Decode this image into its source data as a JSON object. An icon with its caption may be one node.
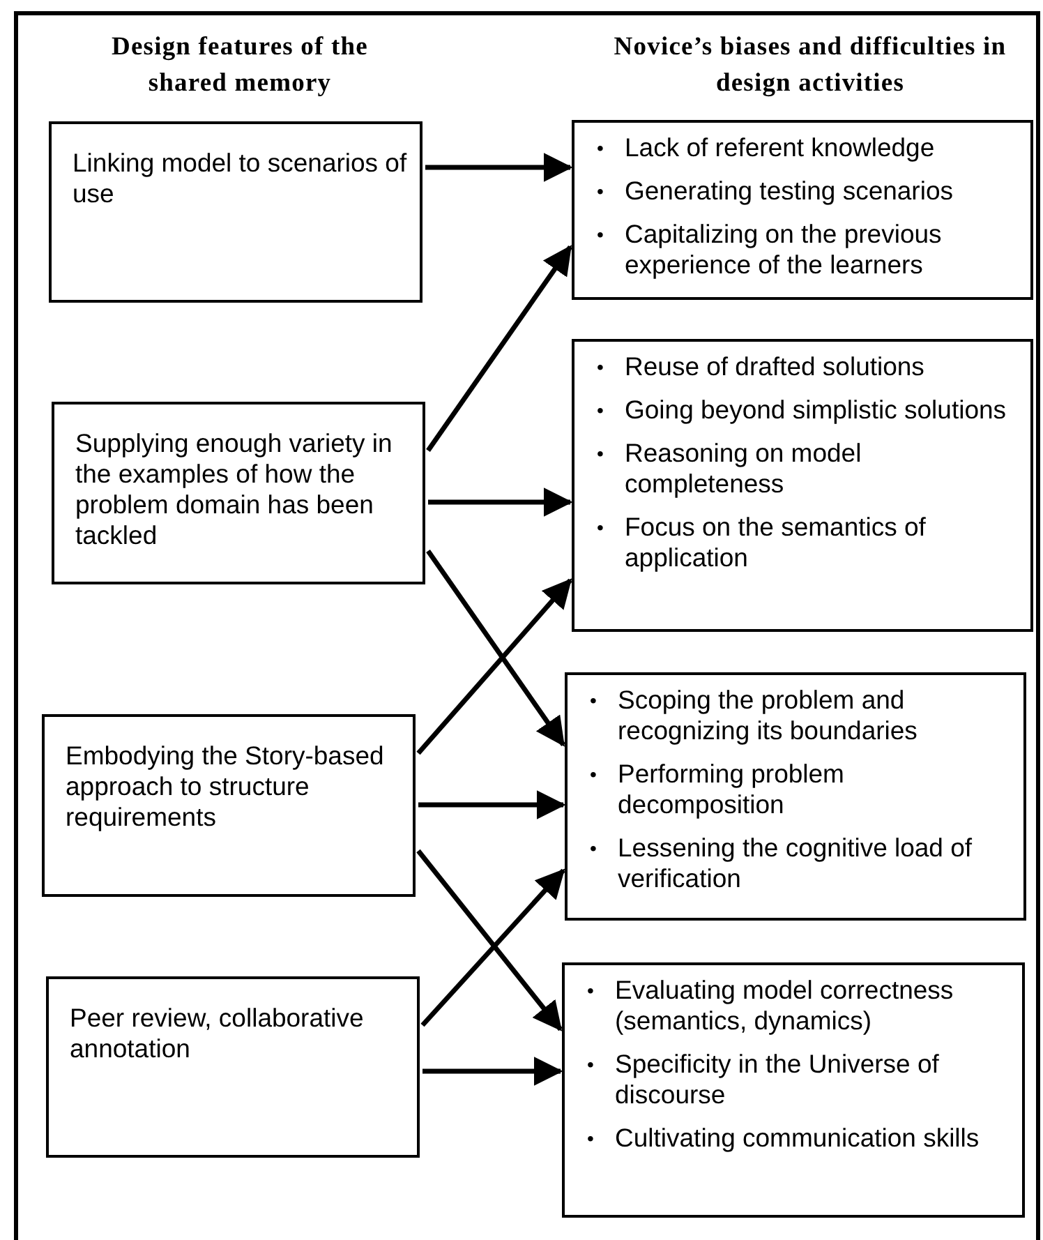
{
  "diagram": {
    "nodes": [
      {
        "text": [
          "Linking model to scenarios of use"
        ]
      },
      {
        "text": [
          "Supplying enough variety in the examples of how the problem domain has been tackled"
        ]
      },
      {
        "text": [
          "Embodying the Story-based approach to structure requirements"
        ]
      },
      {
        "text": [
          "Peer review, collaborative annotation"
        ]
      },
      {
        "text": [
          "• Lack of referent knowledge",
          "• Generating testing scenarios",
          "• Capitalizing on the previous experience of the learners"
        ]
      },
      {
        "text": [
          "• Reuse of drafted solutions",
          "• Going beyond simplistic solutions",
          "• Reasoning on model completeness",
          "• Focus on the semantics of application"
        ]
      },
      {
        "text": [
          "• Scoping the problem and recognizing its boundaries",
          "• Performing problem decomposition",
          "• Lessening the cognitive load of verification"
        ]
      },
      {
        "text": [
          "• Evaluating model correctness (semantics, dynamics)",
          "• Specificity in the Universe of discourse",
          "• Cultivating communication skills"
        ]
      }
    ],
    "edges": [
      {
        "from": 0,
        "to": 4,
        "arrow": "to"
      },
      {
        "from": 1,
        "to": 4,
        "arrow": "to"
      },
      {
        "from": 1,
        "to": 5,
        "arrow": "to"
      },
      {
        "from": 1,
        "to": 6,
        "arrow": "to"
      },
      {
        "from": 2,
        "to": 5,
        "arrow": "to"
      },
      {
        "from": 2,
        "to": 6,
        "arrow": "to"
      },
      {
        "from": 2,
        "to": 7,
        "arrow": "to"
      },
      {
        "from": 3,
        "to": 6,
        "arrow": "to"
      },
      {
        "from": 3,
        "to": 7,
        "arrow": "to"
      }
    ],
    "labels": [
      "Design features of the shared memory",
      "Novice’s biases and difficulties in design activities"
    ]
  }
}
